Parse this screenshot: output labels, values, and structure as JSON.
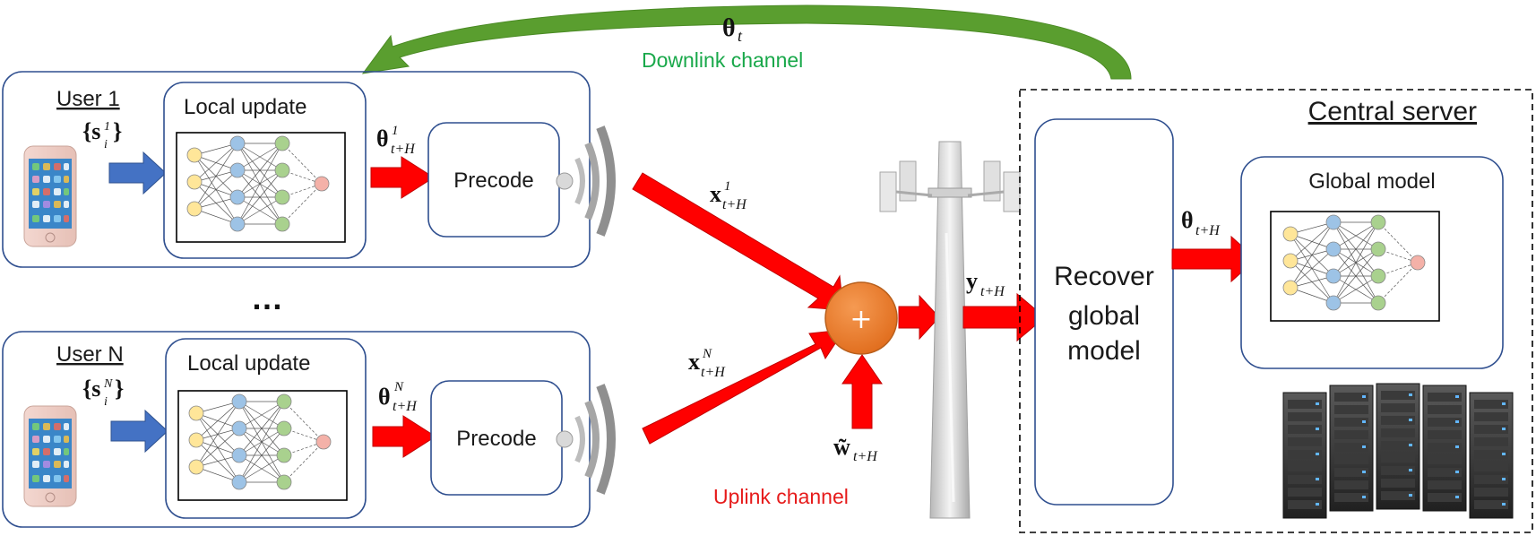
{
  "users": [
    {
      "label": "User 1",
      "data": "{s",
      "data_sup": "1",
      "data_sub": "i",
      "data_close": "}",
      "local_update": "Local update",
      "param": "θ",
      "param_sup": "1",
      "param_sub": "t+H",
      "precode": "Precode",
      "tx": "x",
      "tx_sup": "1",
      "tx_sub": "t+H"
    },
    {
      "label": "User N",
      "data": "{s",
      "data_sup": "N",
      "data_sub": "i",
      "data_close": "}",
      "local_update": "Local update",
      "param": "θ",
      "param_sup": "N",
      "param_sub": "t+H",
      "precode": "Precode",
      "tx": "x",
      "tx_sup": "N",
      "tx_sub": "t+H"
    }
  ],
  "ellipsis": "…",
  "downlink": {
    "symbol": "θ",
    "symbol_sub": "t",
    "label": "Downlink channel",
    "color": "#19a84a"
  },
  "uplink": {
    "label": "Uplink channel",
    "color": "#e61b1b"
  },
  "adder": {
    "symbol": "+",
    "color": "#ee7d31"
  },
  "noise": {
    "symbol": "w̃",
    "symbol_sub": "t+H"
  },
  "received": {
    "symbol": "y",
    "symbol_sub": "t+H"
  },
  "server": {
    "title": "Central server",
    "recover_lines": [
      "Recover",
      "global",
      "model"
    ],
    "global_model": "Global model",
    "param": "θ",
    "param_sub": "t+H"
  },
  "colors": {
    "arrow_red": "#ff0000",
    "arrow_blue": "#4472c4",
    "box_border": "#2f4f8f",
    "green_arrow": "#5a9e2f"
  }
}
